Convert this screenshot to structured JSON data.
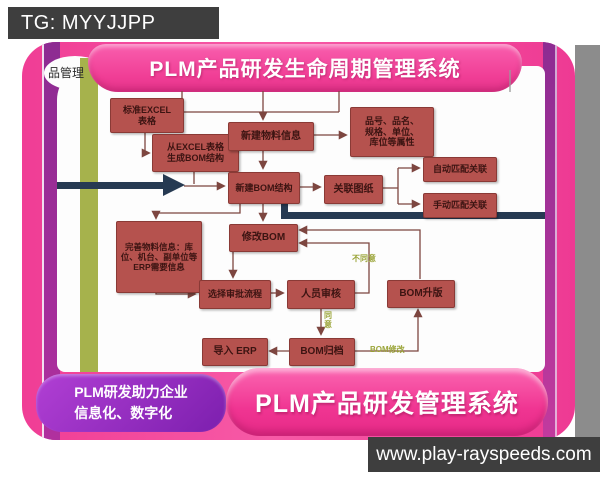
{
  "header": {
    "tg_label": "TG: MYYJJPP",
    "title": "PLM产品研发生命周期管理系统"
  },
  "lane": {
    "label": "品管理"
  },
  "flow": {
    "nodes": {
      "std_excel": "标准EXCEL\n表格",
      "from_excel": "从EXCEL表格\n生成BOM结构",
      "new_material": "新建物料信息",
      "attrs": "品号、品名、\n规格、单位、\n库位等属性",
      "new_bom": "新建BOM结构",
      "link_drawing": "关联图纸",
      "auto_match": "自动匹配关联",
      "manual_match": "手动匹配关联",
      "modify_bom": "修改BOM",
      "complete_material": "完善物料信息：库位、机台、副单位等ERP需要信息",
      "select_approval": "选择审批流程",
      "personnel_review": "人员审核",
      "bom_upgrade": "BOM升版",
      "bom_archive": "BOM归档",
      "import_erp": "导入 ERP"
    },
    "labels": {
      "disagree": "不同意",
      "agree": "同意",
      "bom_modify": "BOM修改"
    }
  },
  "footer": {
    "slogan": "PLM研发助力企业\n信息化、数字化",
    "banner": "PLM产品研发管理系统",
    "url": "www.play-rayspeeds.com"
  },
  "colors": {
    "frame_pink": "#f23f98",
    "stripe_purple": "#a0309c",
    "node_red": "#b5524e",
    "node_border": "#8a3a36",
    "thick_navy": "#263a52",
    "lane_olive": "#a6b24c",
    "edge_label_green": "#9aa437",
    "bar_gray": "#3e3e3e",
    "slogan_purple": "#8a2bbd"
  }
}
